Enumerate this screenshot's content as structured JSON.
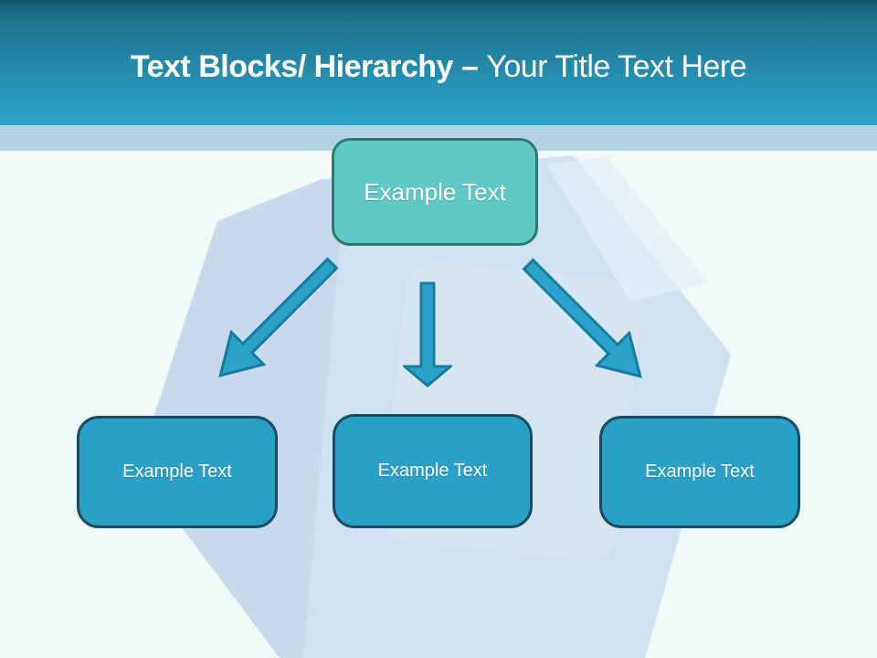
{
  "header": {
    "title_bold": "Text Blocks/ Hierarchy –",
    "title_regular": "Your Title Text Here"
  },
  "diagram": {
    "root": {
      "label": "Example Text"
    },
    "children": [
      {
        "label": "Example Text"
      },
      {
        "label": "Example Text"
      },
      {
        "label": "Example Text"
      }
    ],
    "arrows": [
      "down-left-arrow",
      "down-arrow",
      "down-right-arrow"
    ]
  },
  "colors": {
    "header_gradient_top": "#14566d",
    "header_gradient_bottom": "#2ba5ce",
    "accent_strip": "#b4d3e5",
    "slide_background": "#f1f9f9",
    "root_box_fill": "#5fc9c5",
    "root_box_border": "#2d7a71",
    "child_box_fill": "#29a0c8",
    "child_box_border": "#1b4b61",
    "arrow_fill": "#2ba2c9",
    "arrow_outline": "#177a9f",
    "watermark_cube": "#cadded",
    "title_text": "#ffffff"
  }
}
